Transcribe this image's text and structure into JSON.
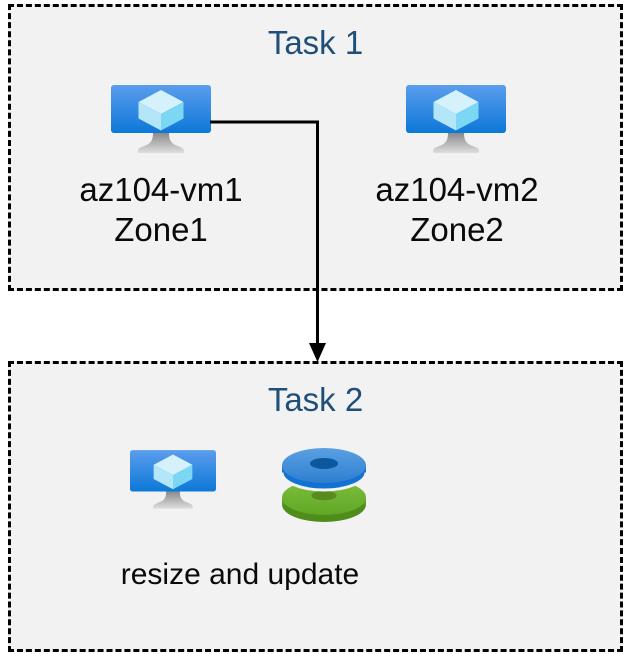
{
  "theme": {
    "page_background": "#ffffff",
    "box_background": "#f2f2f2",
    "box_border_color": "#000000",
    "title_color": "#1f4e79",
    "label_color": "#0a0a0a",
    "arrow_color": "#000000",
    "vm_monitor_top": "#5b9ded",
    "vm_monitor_bottom": "#0c78d8",
    "vm_cube_top": "#d5f1fb",
    "vm_cube_left": "#b2e6f8",
    "vm_cube_right": "#7cd7f5",
    "vm_stand_top": "#8a8a8a",
    "vm_stand_bottom": "#dedede",
    "disk_blue_top": "#3f8cd9",
    "disk_blue_side": "#1272d4",
    "disk_blue_hole": "#0d579c",
    "disk_green_top": "#6fb42f",
    "disk_green_side": "#58a021",
    "disk_green_hole": "#568c1e"
  },
  "task1": {
    "title": "Task 1",
    "vms": [
      {
        "name": "az104-vm1",
        "zone": "Zone1",
        "icon": "virtual-machine-icon"
      },
      {
        "name": "az104-vm2",
        "zone": "Zone2",
        "icon": "virtual-machine-icon"
      }
    ]
  },
  "task2": {
    "title": "Task 2",
    "caption": "resize and update",
    "icons": [
      "virtual-machine-icon",
      "managed-disks-icon"
    ]
  }
}
